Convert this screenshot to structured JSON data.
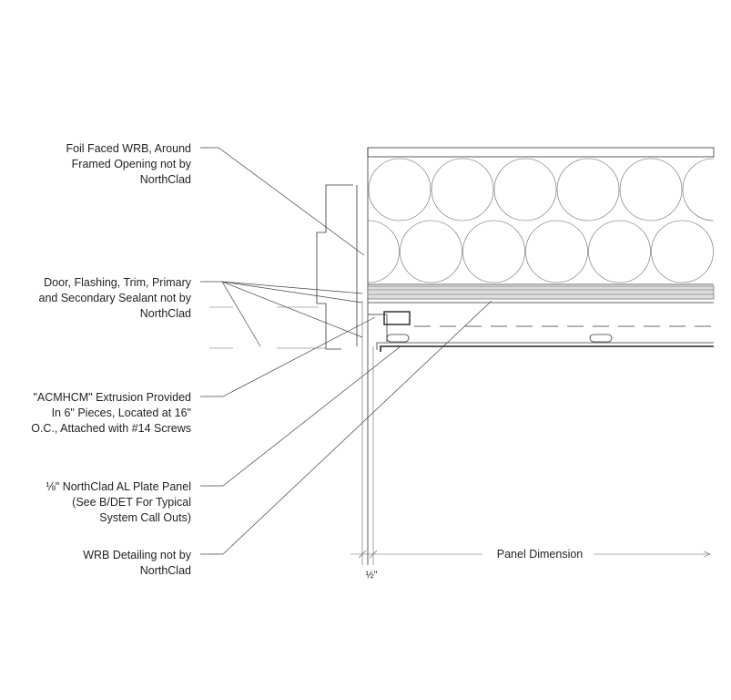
{
  "callouts": {
    "foil_wrb": [
      "Foil Faced WRB, Around",
      "Framed Opening not by",
      "NorthClad"
    ],
    "door_flashing": [
      "Door, Flashing, Trim, Primary",
      "and Secondary Sealant not by",
      "NorthClad"
    ],
    "extrusion": [
      "\"ACMHCM\" Extrusion Provided",
      "In 6\" Pieces, Located at 16\"",
      "O.C., Attached with #14 Screws"
    ],
    "plate_panel": [
      "⅛\" NorthClad AL Plate Panel",
      "(See B/DET For Typical",
      "System Call Outs)"
    ],
    "wrb_detailing": [
      "WRB Detailing not by",
      "NorthClad"
    ]
  },
  "dimensions": {
    "panel_dimension": "Panel Dimension",
    "gap": "½\""
  }
}
